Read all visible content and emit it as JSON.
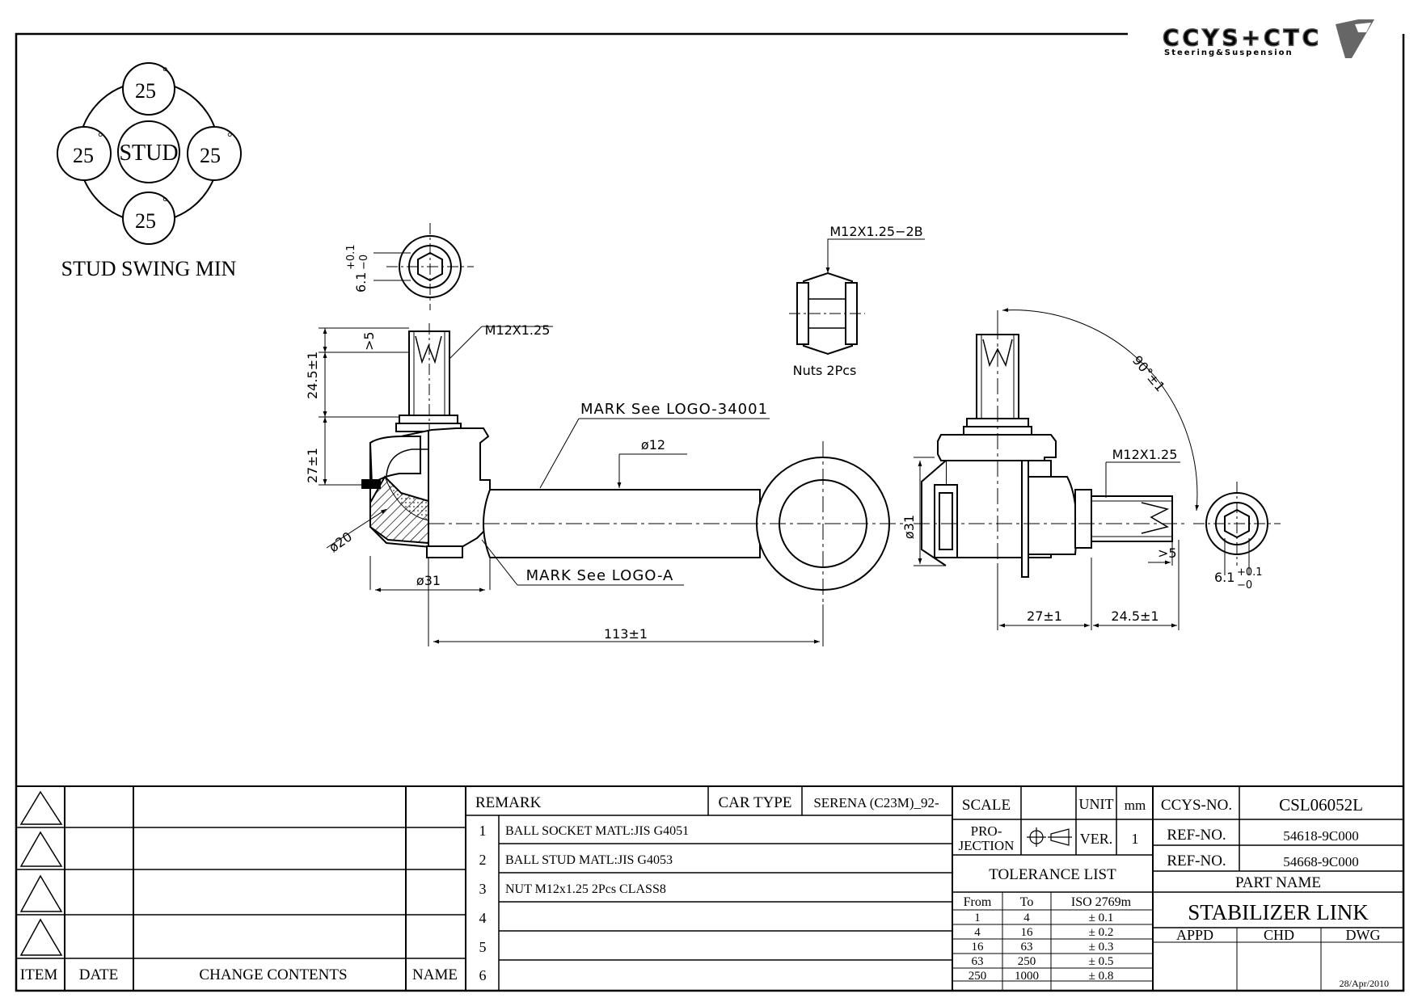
{
  "logo": {
    "brand": "CCYS+CTC",
    "tagline": "Steering&Suspension"
  },
  "swing": {
    "center": "STUD",
    "angles": [
      "25",
      "25",
      "25",
      "25"
    ],
    "degree_mark": "°",
    "caption": "STUD SWING MIN"
  },
  "dims": {
    "hex_depth": "6.1",
    "hex_tol_plus": "+0.1",
    "hex_tol_minus": "−0",
    "min_len": ">5",
    "thread_len": "24.5±1",
    "body_h": "27±1",
    "ball_dia": "ø20",
    "socket_dia": "ø31",
    "c2c": "113±1",
    "rod_dia": "ø12",
    "thread": "M12X1.25",
    "nut_thread": "M12X1.25−2B",
    "nuts": "Nuts 2Pcs",
    "mark1": "MARK See LOGO-34001",
    "mark2": "MARK See LOGO-A",
    "angle": "90°±1",
    "side_body_dia": "ø31",
    "side_body_len": "27±1",
    "side_thread_len": "24.5±1"
  },
  "titleblock": {
    "revision_headers": [
      "ITEM",
      "DATE",
      "CHANGE CONTENTS",
      "NAME"
    ],
    "remark_label": "REMARK",
    "car_type_label": "CAR TYPE",
    "car_type": "SERENA (C23M)_92-",
    "remarks": [
      {
        "no": "1",
        "text": "BALL SOCKET MATL:JIS G4051"
      },
      {
        "no": "2",
        "text": "BALL STUD MATL:JIS G4053"
      },
      {
        "no": "3",
        "text": "NUT M12x1.25 2Pcs CLASS8"
      },
      {
        "no": "4",
        "text": ""
      },
      {
        "no": "5",
        "text": ""
      },
      {
        "no": "6",
        "text": ""
      }
    ],
    "scale_label": "SCALE",
    "unit_label": "UNIT",
    "unit": "mm",
    "projection_label_1": "PRO-",
    "projection_label_2": "JECTION",
    "ver_label": "VER.",
    "ver": "1",
    "tolerance_title": "TOLERANCE LIST",
    "tol_headers": [
      "From",
      "To",
      "ISO 2769m"
    ],
    "tol_rows": [
      [
        "1",
        "4",
        "± 0.1"
      ],
      [
        "4",
        "16",
        "± 0.2"
      ],
      [
        "16",
        "63",
        "± 0.3"
      ],
      [
        "63",
        "250",
        "± 0.5"
      ],
      [
        "250",
        "1000",
        "± 0.8"
      ]
    ],
    "ccys_no_label": "CCYS-NO.",
    "ccys_no": "CSL06052L",
    "ref_label": "REF-NO.",
    "ref1": "54618-9C000",
    "ref2": "54668-9C000",
    "part_name_label": "PART NAME",
    "part_name": "STABILIZER LINK",
    "sign_headers": [
      "APPD",
      "CHD",
      "DWG"
    ],
    "date": "28/Apr/2010"
  }
}
